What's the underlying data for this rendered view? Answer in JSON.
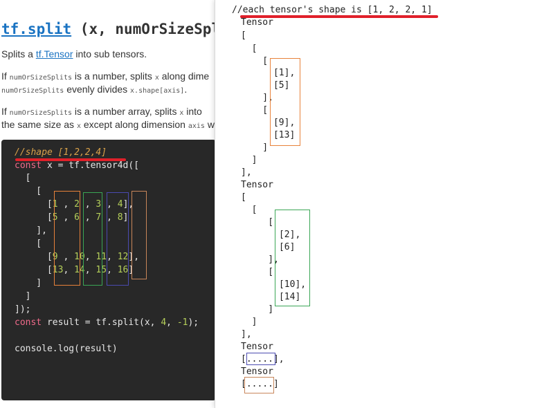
{
  "docs": {
    "title_fn": "tf.split",
    "title_rest": " (x, numOrSizeSpli",
    "para1_pre": "Splits a ",
    "para1_link": "tf.Tensor",
    "para1_post": " into sub tensors.",
    "para2_line1_pre": "If ",
    "para2_line1_code": "numOrSizeSplits",
    "para2_line1_mid": " is a number, splits ",
    "para2_line1_code2": "x",
    "para2_line1_post": " along dime",
    "para2_line2_code": "numOrSizeSplits",
    "para2_line2_mid": " evenly divides ",
    "para2_line2_code2": "x.shape[axis]",
    "para2_line2_post": ".",
    "para3_line1_pre": "If ",
    "para3_line1_code": "numOrSizeSplits",
    "para3_line1_mid": " is a number array, splits ",
    "para3_line1_code2": "x",
    "para3_line1_post": " into ",
    "para3_line2_pre": "the same size as ",
    "para3_line2_code": "x",
    "para3_line2_mid": " except along dimension ",
    "para3_line2_code2": "axis",
    "para3_line2_post": " w"
  },
  "code": {
    "comment": "//shape [1,2,2,4]",
    "line_const_kw": "const",
    "line_const_rest": " x = tf.tensor4d([",
    "l3": "  [",
    "l4": "    [",
    "l5_a": "      [",
    "l5_v1": "1",
    "l5_s1": " , ",
    "l5_v2": "2",
    "l5_s2": " , ",
    "l5_v3": "3",
    "l5_s3": " , ",
    "l5_v4": "4",
    "l5_e": "],",
    "l6_a": "      [",
    "l6_v1": "5",
    "l6_s1": " , ",
    "l6_v2": "6",
    "l6_s2": " , ",
    "l6_v3": "7",
    "l6_s3": " , ",
    "l6_v4": "8",
    "l6_e": "]",
    "l7": "    ],",
    "l8": "    [",
    "l9_a": "      [",
    "l9_v1": "9",
    "l9_s1": " , ",
    "l9_v2": "10",
    "l9_s2": ", ",
    "l9_v3": "11",
    "l9_s3": ", ",
    "l9_v4": "12",
    "l9_e": "],",
    "l10_a": "      [",
    "l10_v1": "13",
    "l10_s1": ", ",
    "l10_v2": "14",
    "l10_s2": ", ",
    "l10_v3": "15",
    "l10_s3": ", ",
    "l10_v4": "16",
    "l10_e": "]",
    "l11": "    ]",
    "l12": "  ]",
    "l13": "]);",
    "l14_kw": "const",
    "l14_mid": " result = tf.split(x, ",
    "l14_n1": "4",
    "l14_sep": ", ",
    "l14_n2": "-1",
    "l14_end": ");",
    "l15": "console.log(result)"
  },
  "console": {
    "comment": "//each tensor's shape is [1, 2, 2, 1]",
    "lines": [
      "Tensor",
      "[",
      "  [",
      "    [",
      "      [1],",
      "      [5]",
      "    ],",
      "    [",
      "      [9],",
      "      [13]",
      "    ]",
      "  ]",
      "],",
      "Tensor",
      "[",
      "  [",
      "    [",
      "      [2],",
      "      [6]",
      "    ],",
      "    [",
      "      [10],",
      "      [14]",
      "    ]",
      "  ]",
      "],",
      "Tensor",
      "[.....],",
      "Tensor",
      "[.....]"
    ]
  },
  "colors": {
    "orange": "#e8823a",
    "green": "#3aa655",
    "blue": "#4a4ab0",
    "tan": "#c8865a",
    "red": "#e0202a"
  }
}
